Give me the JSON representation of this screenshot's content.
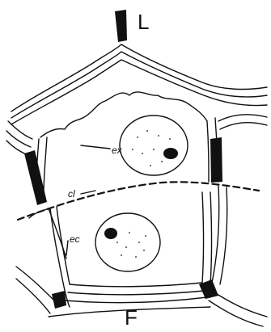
{
  "labels": {
    "top": "L",
    "bottom": "F",
    "ex": "ex",
    "cl": "cl",
    "ec": "ec"
  },
  "colors": {
    "ink": "#111111",
    "background": "#ffffff"
  }
}
